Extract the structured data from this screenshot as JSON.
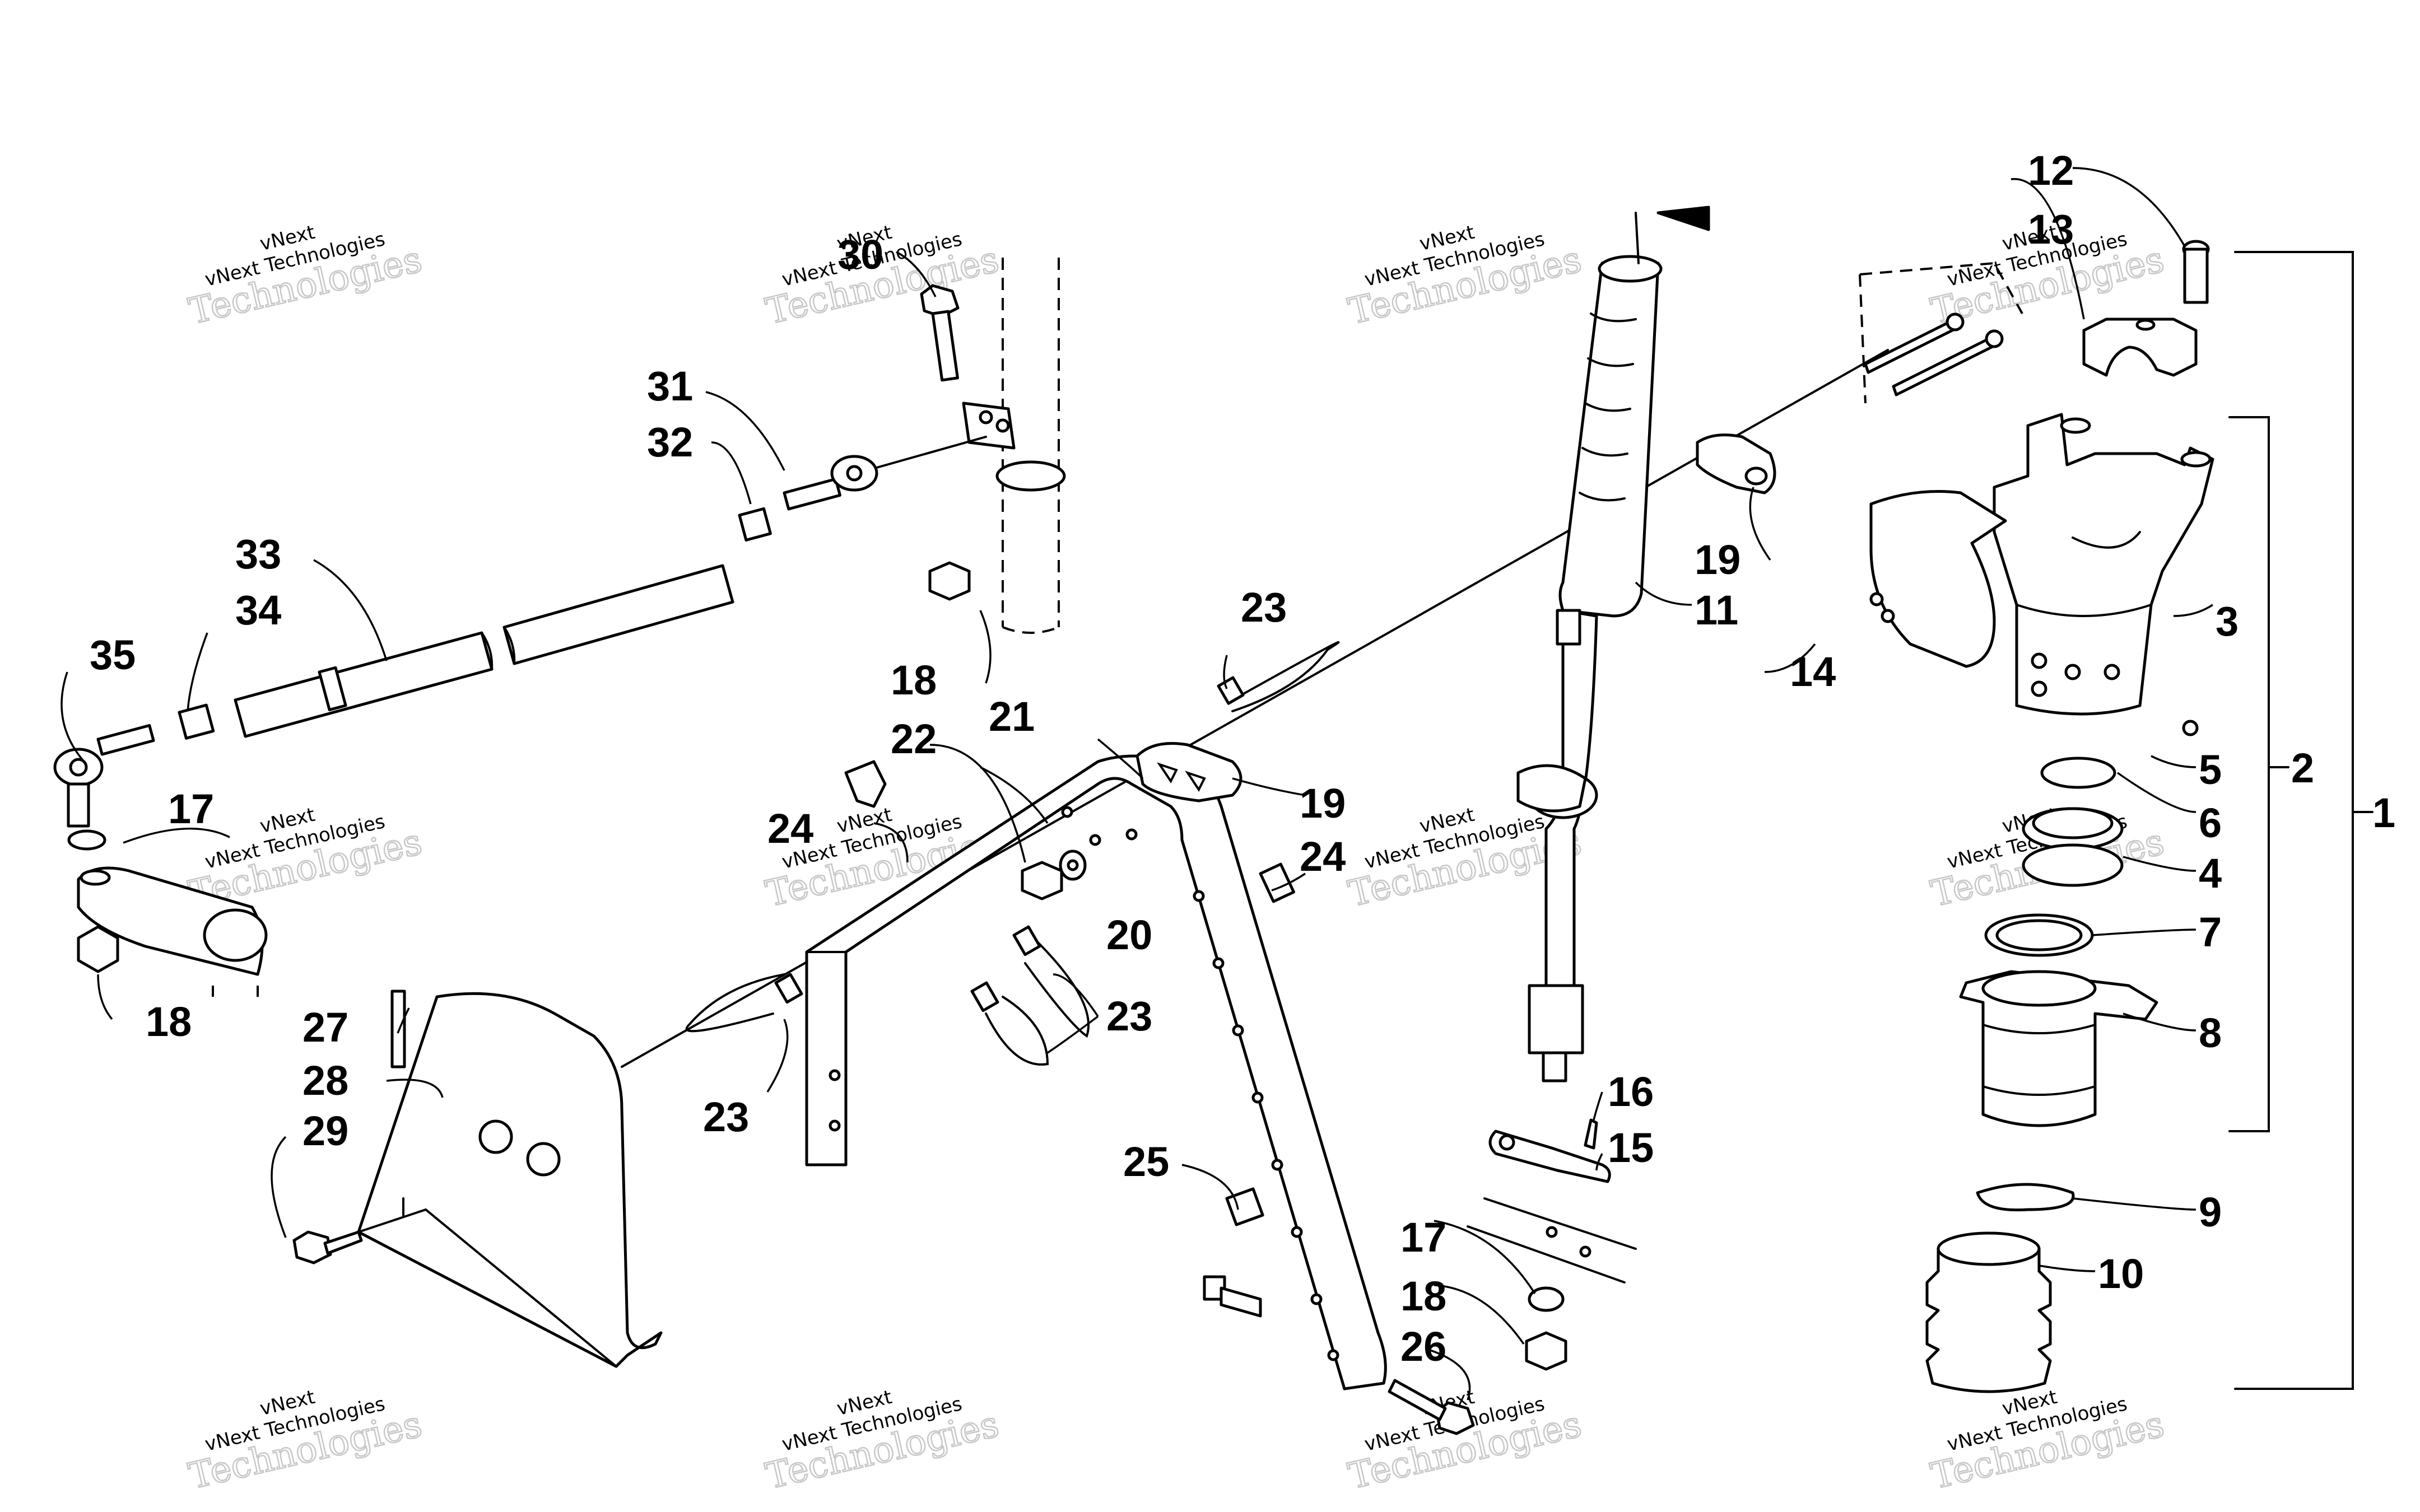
{
  "callouts": {
    "c1": "1",
    "c2": "2",
    "c3": "3",
    "c4": "4",
    "c5": "5",
    "c6": "6",
    "c7": "7",
    "c8": "8",
    "c9": "9",
    "c10": "10",
    "c11": "11",
    "c12": "12",
    "c13": "13",
    "c14": "14",
    "c15": "15",
    "c16": "16",
    "c17": "17",
    "c18": "18",
    "c19": "19",
    "c20": "20",
    "c21": "21",
    "c22": "22",
    "c23": "23",
    "c24": "24",
    "c25": "25",
    "c26": "26",
    "c27": "27",
    "c28": "28",
    "c29": "29",
    "c30": "30",
    "c31": "31",
    "c32": "32",
    "c33": "33",
    "c34": "34",
    "c35": "35"
  },
  "watermark": {
    "line1": "vNext",
    "small": "vNext Technologies",
    "big": "Technologies"
  },
  "colors": {
    "line": "#000000",
    "watermark": "#c8c8c8",
    "background": "#ffffff"
  }
}
